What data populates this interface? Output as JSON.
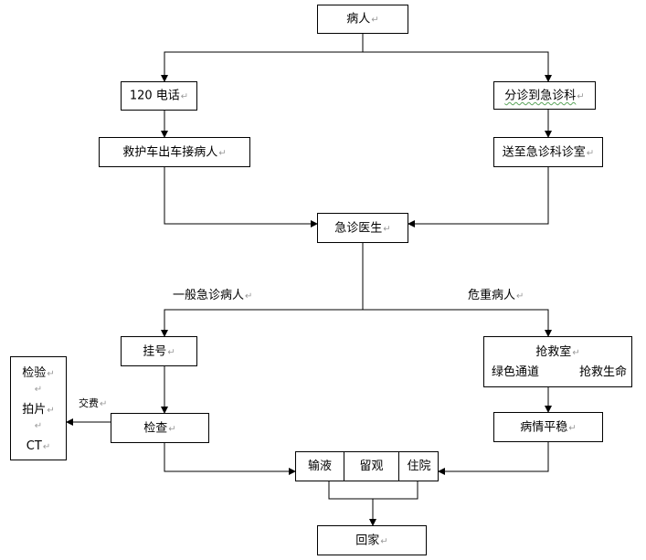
{
  "mark": "↵",
  "nodes": {
    "patient": "病人",
    "phone120": "120 电话",
    "triage": "分诊到急诊科",
    "ambulance": "救护车出车接病人",
    "to_room": "送至急诊科诊室",
    "doctor": "急诊医生",
    "register": "挂号",
    "rescue_room": {
      "title": "抢救室",
      "left": "绿色通道",
      "right": "抢救生命"
    },
    "exam": "检查",
    "stable": "病情平稳",
    "tests": {
      "line1": "检验",
      "line2": "拍片",
      "line3": "CT"
    },
    "outcomes": {
      "infusion": "输液",
      "observe": "留观",
      "hospitalize": "住院"
    },
    "home": "回家"
  },
  "edge_labels": {
    "general": "一般急诊病人",
    "critical": "危重病人",
    "fee": "交费"
  }
}
